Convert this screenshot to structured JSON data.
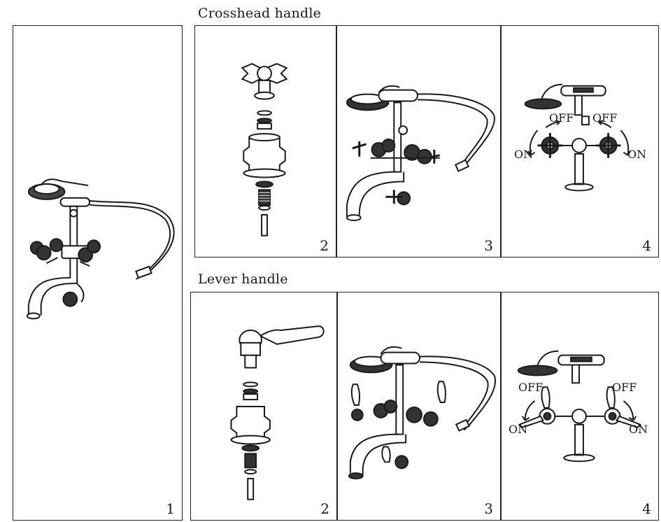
{
  "headings": {
    "crosshead": "Crosshead handle",
    "lever": "Lever handle"
  },
  "panels": {
    "main_number": "1",
    "crosshead": {
      "p2": "2",
      "p3": "3",
      "p4": "4"
    },
    "lever": {
      "p2": "2",
      "p3": "3",
      "p4": "4"
    }
  },
  "labels": {
    "off": "OFF",
    "on": "ON"
  },
  "colors": {
    "line": "#1a1a1a",
    "fill_dark": "#333333",
    "paper": "#ffffff"
  }
}
